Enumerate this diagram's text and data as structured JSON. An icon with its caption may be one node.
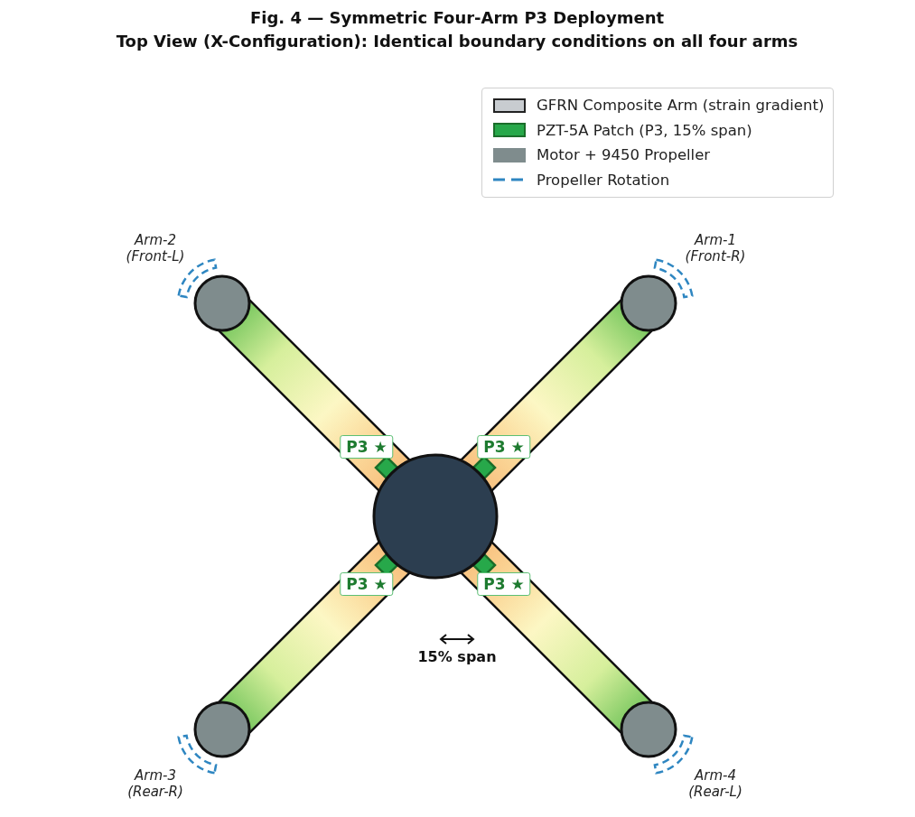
{
  "diagram": {
    "title": "Fig. 4 — Symmetric Four-Arm P3 Deployment",
    "nodes": [
      {
        "text": [
          "P3 ★"
        ]
      },
      {
        "text": [
          "P3 ★"
        ]
      },
      {
        "text": [
          "P3 ★"
        ]
      },
      {
        "text": [
          "P3 ★"
        ]
      }
    ],
    "labels": [
      "Top View (X-Configuration): Identical boundary conditions on all four arms",
      "Arm-2 (Front-L)",
      "Arm-1 (Front-R)",
      "15% span",
      "Arm-3 (Rear-R)",
      "Arm-4 (Rear-L)"
    ],
    "legend": [
      {
        "text": "GFRN Composite Arm (strain gradient)",
        "color": "#c8ccd0"
      },
      {
        "text": "PZT-5A Patch (P3, 15% span)",
        "color": "#27a84a"
      },
      {
        "text": "Motor + 9450 Propeller",
        "color": "#7f8c8d"
      },
      {
        "text": "Propeller Rotation"
      }
    ]
  }
}
